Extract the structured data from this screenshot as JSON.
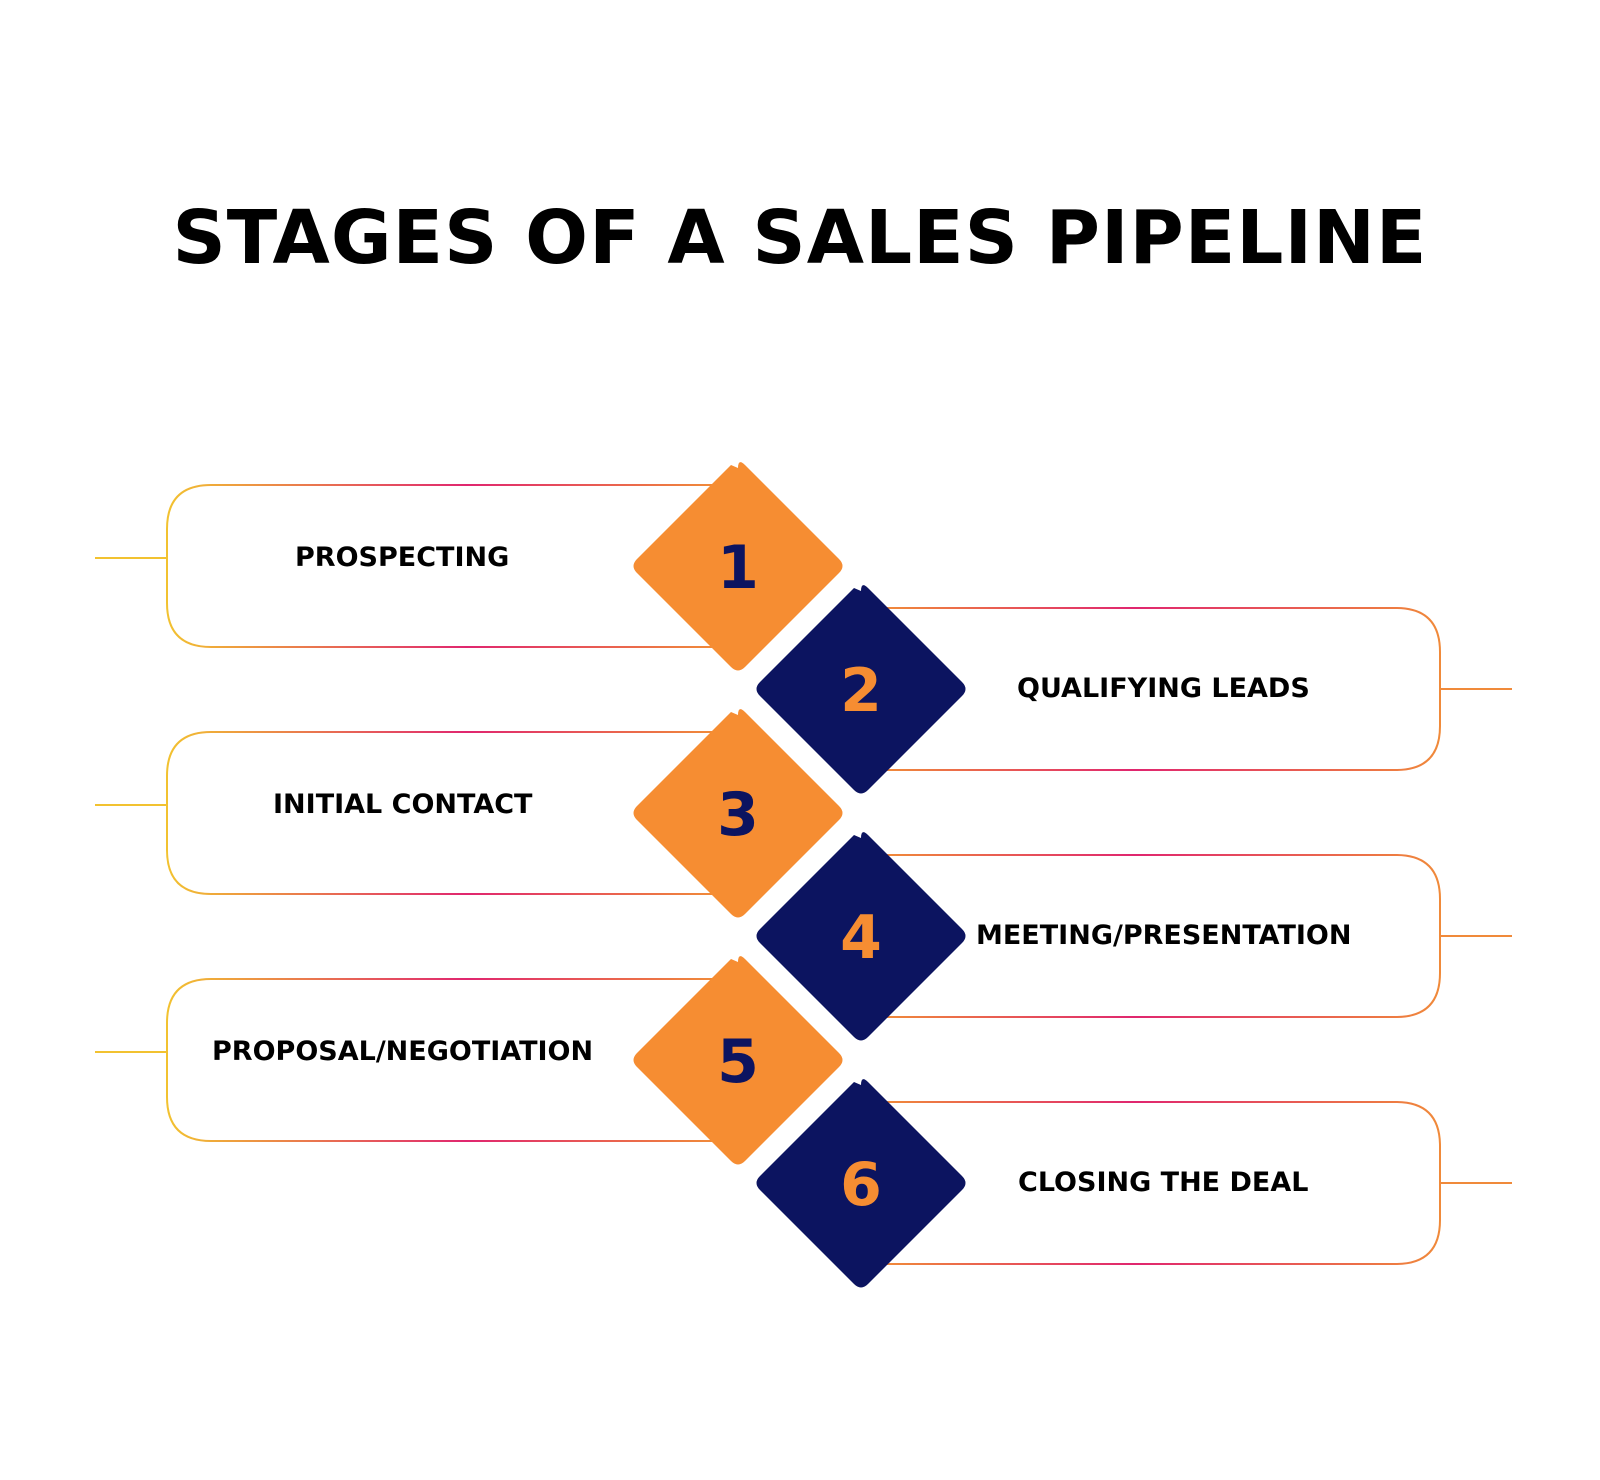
{
  "title": "STAGES OF A SALES PIPELINE",
  "colors": {
    "orange": "#F68D32",
    "navy": "#0C1460",
    "line_yellow": "#F2C230",
    "line_pink": "#E0266F",
    "text": "#000000"
  },
  "stages": [
    {
      "number": "1",
      "label": "PROSPECTING",
      "side": "left",
      "diamond_color": "orange",
      "number_color": "navy"
    },
    {
      "number": "2",
      "label": "QUALIFYING LEADS",
      "side": "right",
      "diamond_color": "navy",
      "number_color": "orange"
    },
    {
      "number": "3",
      "label": "INITIAL CONTACT",
      "side": "left",
      "diamond_color": "orange",
      "number_color": "navy"
    },
    {
      "number": "4",
      "label": "MEETING/PRESENTATION",
      "side": "right",
      "diamond_color": "navy",
      "number_color": "orange"
    },
    {
      "number": "5",
      "label": "PROPOSAL/NEGOTIATION",
      "side": "left",
      "diamond_color": "orange",
      "number_color": "navy"
    },
    {
      "number": "6",
      "label": "CLOSING THE DEAL",
      "side": "right",
      "diamond_color": "navy",
      "number_color": "orange"
    }
  ]
}
